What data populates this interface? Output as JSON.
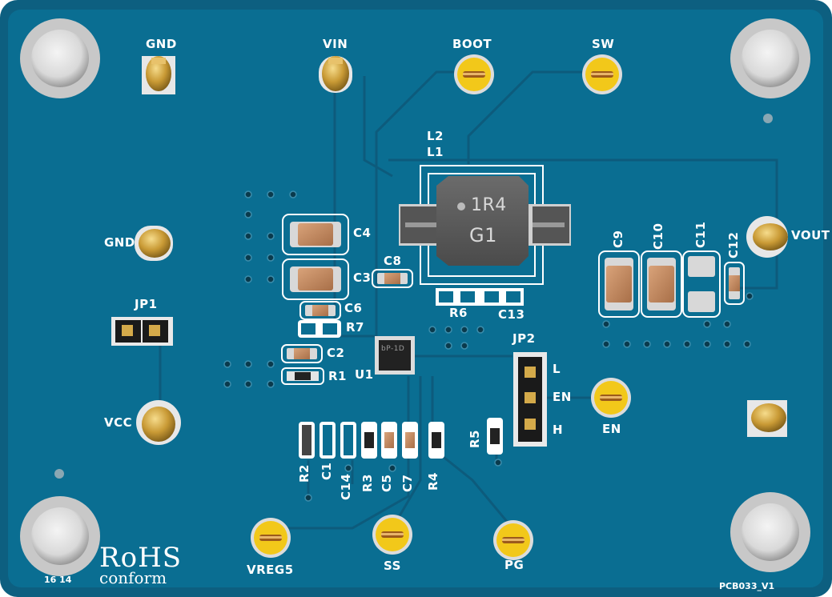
{
  "board": {
    "name": "PCB033_V1",
    "date_code": "16 14",
    "colors": {
      "solder_mask": "#0b6a8c",
      "silkscreen": "#ffffff",
      "pad_gold": "#c8a043",
      "testpoint_yellow": "#f2c81a"
    }
  },
  "testpoints": {
    "gnd_top": "GND",
    "vin": "VIN",
    "boot": "BOOT",
    "sw": "SW",
    "gnd_left": "GND",
    "vout": "VOUT",
    "vcc": "VCC",
    "en": "EN",
    "vreg5": "VREG5",
    "ss": "SS",
    "pg": "PG"
  },
  "refdes": {
    "l2": "L2",
    "l1": "L1",
    "c4": "C4",
    "c3": "C3",
    "c8": "C8",
    "c6": "C6",
    "r7": "R7",
    "c2": "C2",
    "r1": "R1",
    "u1": "U1",
    "r6": "R6",
    "c13": "C13",
    "c9": "C9",
    "c10": "C10",
    "c11": "C11",
    "c12": "C12",
    "jp1": "JP1",
    "jp2": "JP2",
    "r5": "R5",
    "r2": "R2",
    "c1": "C1",
    "c14": "C14",
    "r3": "R3",
    "c5": "C5",
    "c7": "C7",
    "r4": "R4"
  },
  "jp2_labels": {
    "l": "L",
    "en": "EN",
    "h": "H"
  },
  "inductor_marking": {
    "line1": "1R4",
    "line2": "G1"
  },
  "ic_marking": "bP-1D",
  "rohs": {
    "title": "RoHS",
    "subtitle": "conform"
  }
}
